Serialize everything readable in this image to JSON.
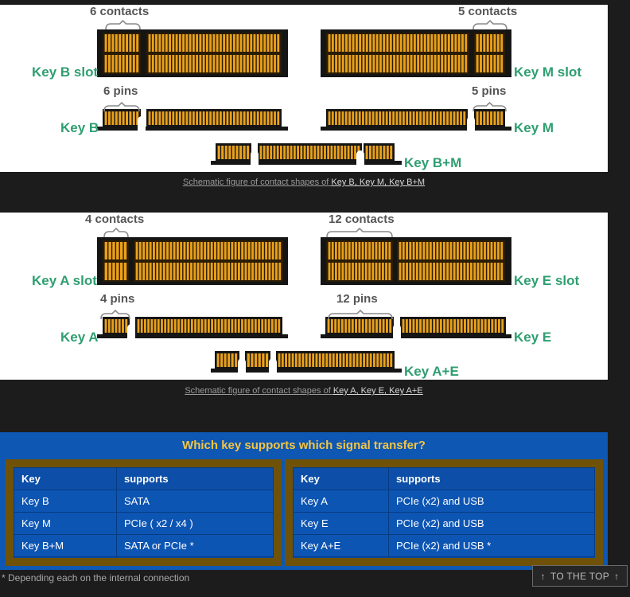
{
  "figure1": {
    "labels": {
      "six_contacts": "6 contacts",
      "five_contacts": "5 contacts",
      "key_b_slot": "Key B slot",
      "key_m_slot": "Key M slot",
      "six_pins": "6 pins",
      "five_pins": "5 pins",
      "key_b": "Key B",
      "key_m": "Key M",
      "key_bm": "Key B+M"
    },
    "caption_prefix": "Schematic figure of contact shapes of ",
    "caption_keys": "Key B, Key M, Key B+M"
  },
  "figure2": {
    "labels": {
      "four_contacts": "4 contacts",
      "twelve_contacts": "12 contacts",
      "key_a_slot": "Key A slot",
      "key_e_slot": "Key E slot",
      "four_pins": "4 pins",
      "twelve_pins": "12 pins",
      "key_a": "Key A",
      "key_e": "Key E",
      "key_ae": "Key A+E"
    },
    "caption_prefix": "Schematic figure of contact shapes of ",
    "caption_keys": "Key A, Key E, Key A+E"
  },
  "table": {
    "title": "Which key supports which signal transfer?",
    "left": {
      "headers": [
        "Key",
        "supports"
      ],
      "rows": [
        [
          "Key B",
          "SATA"
        ],
        [
          "Key M",
          "PCIe ( x2 / x4 )"
        ],
        [
          "Key B+M",
          "SATA or PCIe *"
        ]
      ]
    },
    "right": {
      "headers": [
        "Key",
        "supports"
      ],
      "rows": [
        [
          "Key A",
          "PCIe (x2) and USB"
        ],
        [
          "Key E",
          "PCIe (x2) and USB"
        ],
        [
          "Key A+E",
          "PCIe (x2) and USB *"
        ]
      ]
    }
  },
  "footnote": "* Depending each on the internal connection",
  "to_top": {
    "label": "TO THE TOP",
    "icon": "arrow-up-icon"
  },
  "colors": {
    "green_label": "#2e9e70",
    "gold_contact": "#e9a11b",
    "table_blue": "#0e57b3",
    "table_title": "#f3c545",
    "frame_brown": "#6f5208"
  }
}
